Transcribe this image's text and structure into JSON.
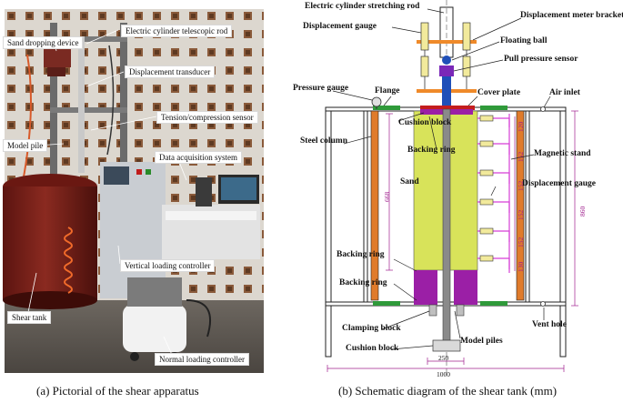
{
  "captions": {
    "a": "(a) Pictorial of the shear apparatus",
    "b": "(b) Schematic diagram of the shear tank (mm)"
  },
  "photo_labels": {
    "sand_dropping_device": "Sand dropping device",
    "electric_cylinder_telescopic_rod": "Electric cylinder telescopic rod",
    "displacement_transducer": "Displacement transducer",
    "tension_compression_sensor": "Tension/compression sensor",
    "model_pile": "Model pile",
    "data_acquisition_system": "Data acquisition system",
    "vertical_loading_controller": "Vertical loading controller",
    "shear_tank": "Shear tank",
    "normal_loading_controller": "Normal loading controller"
  },
  "schematic_labels": {
    "electric_cylinder_stretching_rod": "Electric cylinder stretching rod",
    "displacement_meter_bracket": "Displacement meter bracket",
    "displacement_gauge_top": "Displacement gauge",
    "floating_ball": "Floating ball",
    "pull_pressure_sensor": "Pull pressure sensor",
    "pressure_gauge": "Pressure gauge",
    "flange": "Flange",
    "cover_plate": "Cover plate",
    "air_inlet": "Air inlet",
    "cushion_block_top": "Cushion block",
    "steel_column": "Steel column",
    "backing_ring_top": "Backing ring",
    "magnetic_stand": "Magnetic stand",
    "sand": "Sand",
    "displacement_gauge_right": "Displacement gauge",
    "backing_ring_mid": "Backing ring",
    "backing_ring_low": "Backing ring",
    "vent_hole": "Vent hole",
    "clamping_block": "Clamping block",
    "model_piles": "Model piles",
    "cushion_block_bottom": "Cushion block"
  },
  "dimensions": {
    "d668": "668",
    "d860": "860",
    "d250": "250",
    "d1000": "1000",
    "gauge_spacing_1": "120",
    "gauge_spacing_2": "152",
    "gauge_spacing_3": "152",
    "gauge_spacing_4": "152",
    "gauge_spacing_5": "152",
    "gauge_spacing_6": "130"
  },
  "colors": {
    "tank_wall": "#000000",
    "steel_column": "#e07b2b",
    "sand": "#d8e35a",
    "pile_purple": "#9b1fa6",
    "rod_blue": "#1f4fb8",
    "magnetic_stand": "#d63fd6",
    "gauge_yellow": "#f2ea9c",
    "bracket_orange": "#ef8a2a",
    "flange_green": "#2f9a3a",
    "cover_red": "#c41d1d",
    "dimension_line": "#a0208e"
  }
}
